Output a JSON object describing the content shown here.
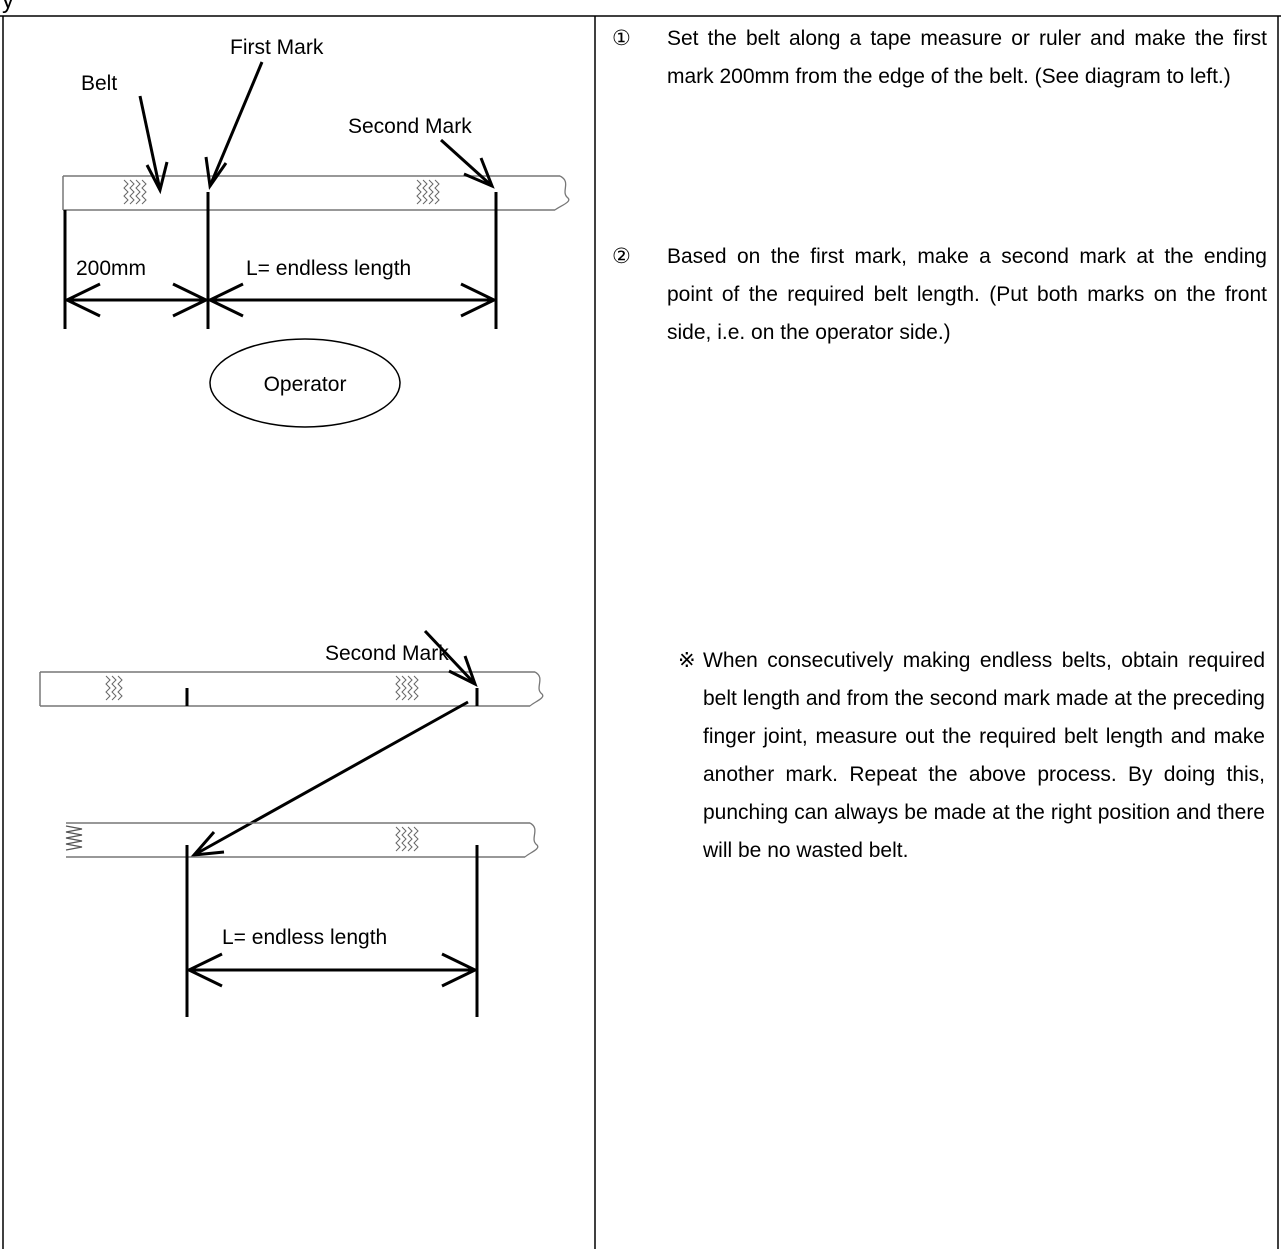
{
  "heading": {
    "visible_text": "y"
  },
  "diagram_top": {
    "belt_label": "Belt",
    "first_mark_label": "First Mark",
    "second_mark_label": "Second Mark",
    "offset_label": "200mm",
    "length_label": "L= endless length",
    "operator_label": "Operator"
  },
  "diagram_bottom": {
    "second_mark_label": "Second Mark",
    "length_label": "L= endless length"
  },
  "steps": [
    {
      "number": "①",
      "text": "Set the belt along a tape measure or ruler and make the first mark 200mm from the edge of the belt. (See diagram to left.)"
    },
    {
      "number": "②",
      "text": "Based on the first mark, make a second mark at the ending point of the required belt length. (Put both marks on the front side, i.e. on the operator side.)"
    }
  ],
  "note": {
    "marker": "※",
    "text": "When consecutively making endless belts, obtain required belt length and from the second mark made at the preceding finger joint, measure out the required belt length and make another mark. Repeat the above process. By doing this, punching can always be made at the right position and there will be no wasted belt."
  }
}
